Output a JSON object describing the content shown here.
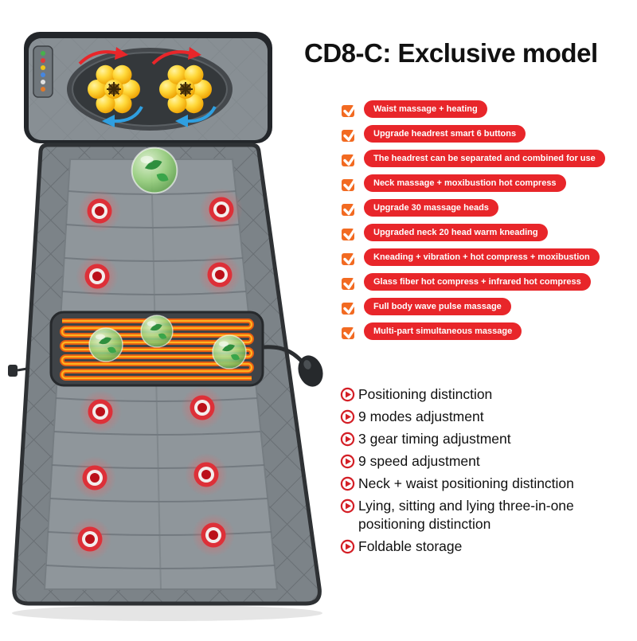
{
  "title": "CD8-C: Exclusive model",
  "features": [
    "Waist massage + heating",
    "Upgrade headrest smart 6 buttons",
    "The headrest can be separated and combined for use",
    "Neck massage + moxibustion hot compress",
    "Upgrade 30 massage heads",
    "Upgraded neck 20 head warm kneading",
    "Kneading + vibration + hot compress + moxibustion",
    "Glass fiber hot compress + infrared hot compress",
    "Full body wave pulse massage",
    "Multi-part simultaneous massage"
  ],
  "specs": [
    "Positioning distinction",
    "9 modes adjustment",
    "3 gear timing adjustment",
    "9 speed adjustment",
    "Neck + waist positioning distinction",
    "Lying, sitting and lying three-in-one positioning distinction",
    "Foldable storage"
  ],
  "colors": {
    "feature_pill": "#e8262a",
    "check_icon": "#f26a21",
    "spec_icon": "#d41f26",
    "title_text": "#111111",
    "mat_gray": "#848b90",
    "heat_coil": "#ff8b1f"
  }
}
